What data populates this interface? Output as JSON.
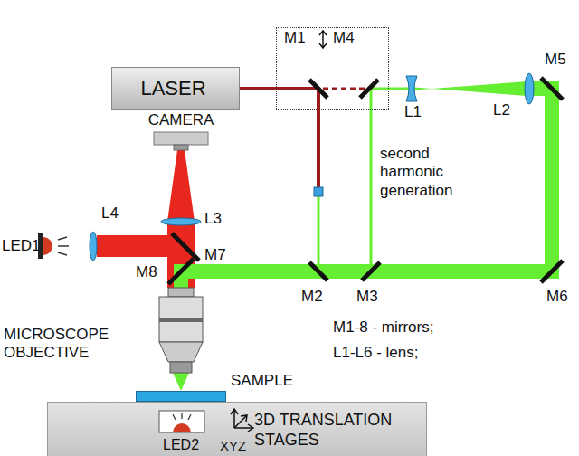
{
  "diagram": {
    "nodes": [
      {
        "text": [
          "LASER"
        ]
      },
      {
        "text": [
          "M1",
          "M4"
        ]
      },
      {
        "text": [
          "CAMERA"
        ]
      },
      {
        "text": [
          "MICROSCOPE OBJECTIVE"
        ]
      },
      {
        "text": [
          "SAMPLE"
        ]
      },
      {
        "text": [
          "3D TRANSLATION STAGES"
        ]
      },
      {
        "text": [
          "LED2"
        ],
        "in": 5
      }
    ],
    "edges": [
      {
        "from": 0,
        "to": 1,
        "arrow": "none"
      },
      {
        "from": 3,
        "to": 4,
        "arrow": "none"
      }
    ],
    "labels": [
      "second harmonic generation",
      "M2",
      "M3",
      "L1",
      "L2",
      "M5",
      "L4",
      "L3",
      "LED1",
      "M7",
      "M8",
      "M6",
      "M1-8 - mirrors;",
      "L1-L6 - lens;",
      "XYZ"
    ]
  }
}
